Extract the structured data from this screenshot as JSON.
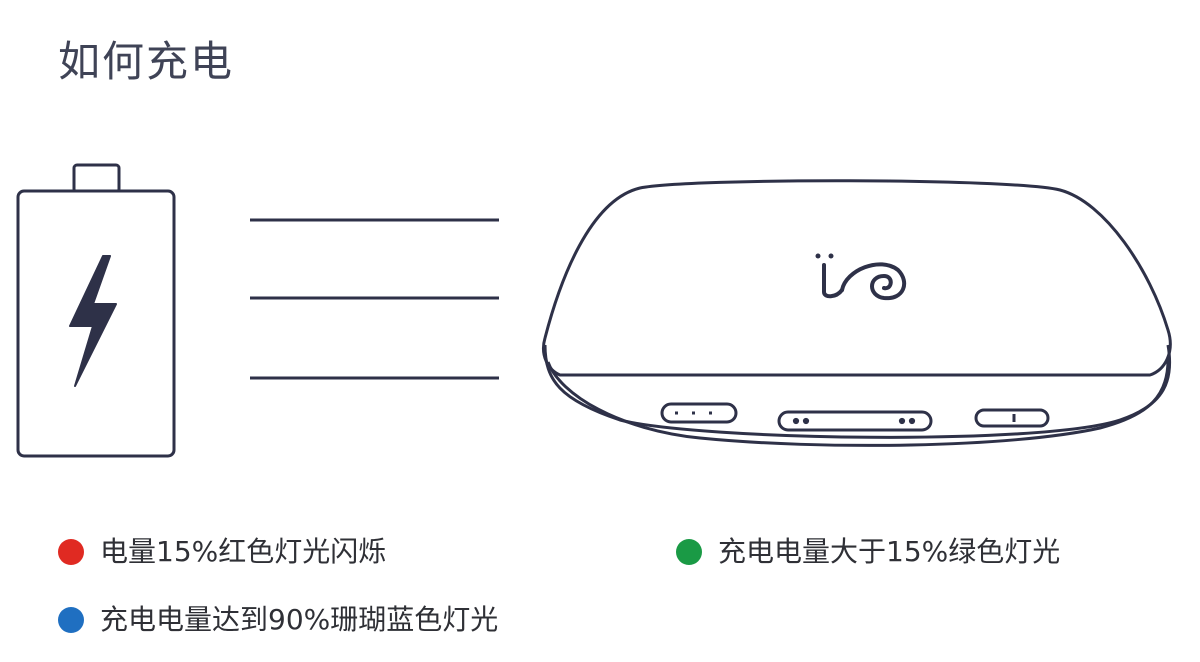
{
  "header": {
    "title": "如何充电"
  },
  "illustration": {
    "battery_icon": "battery-charging-icon",
    "device_icon": "power-bank-device-icon",
    "logo_icon": "snail-logo-icon",
    "stroke_color": "#2e3148"
  },
  "legend": {
    "items": [
      {
        "color": "#e02a22",
        "label": "电量15%红色灯光闪烁"
      },
      {
        "color": "#1a9a45",
        "label": "充电电量大于15%绿色灯光"
      },
      {
        "color": "#1f6fc1",
        "label": "充电电量达到90%珊瑚蓝色灯光"
      }
    ]
  }
}
